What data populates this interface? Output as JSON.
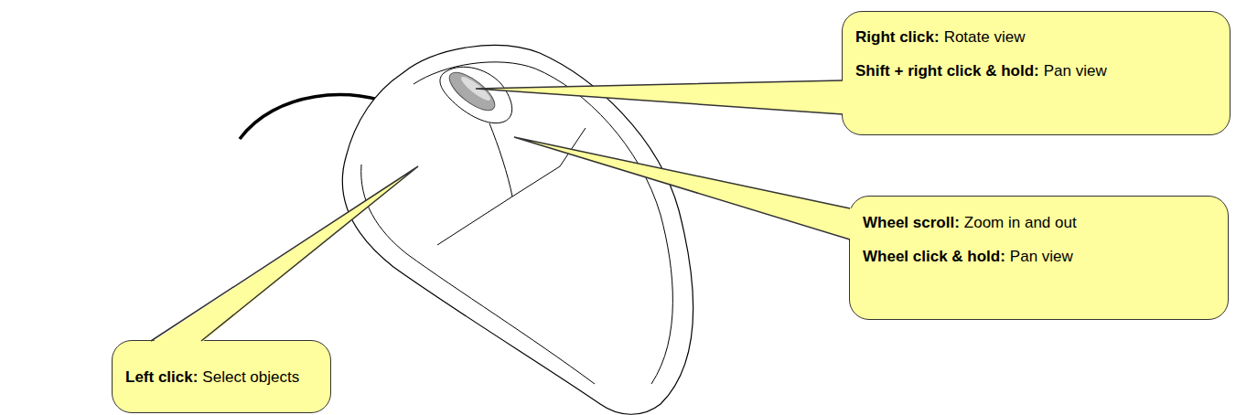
{
  "diagram": {
    "nodes": [
      {
        "text": [
          "Right click:",
          "Rotate view",
          "Shift + right click & hold:",
          "Pan view"
        ]
      },
      {
        "text": [
          "Wheel scroll:",
          "Zoom in and out",
          "Wheel click & hold:",
          "Pan view"
        ]
      },
      {
        "text": [
          "Left click:",
          "Select objects"
        ]
      }
    ]
  }
}
